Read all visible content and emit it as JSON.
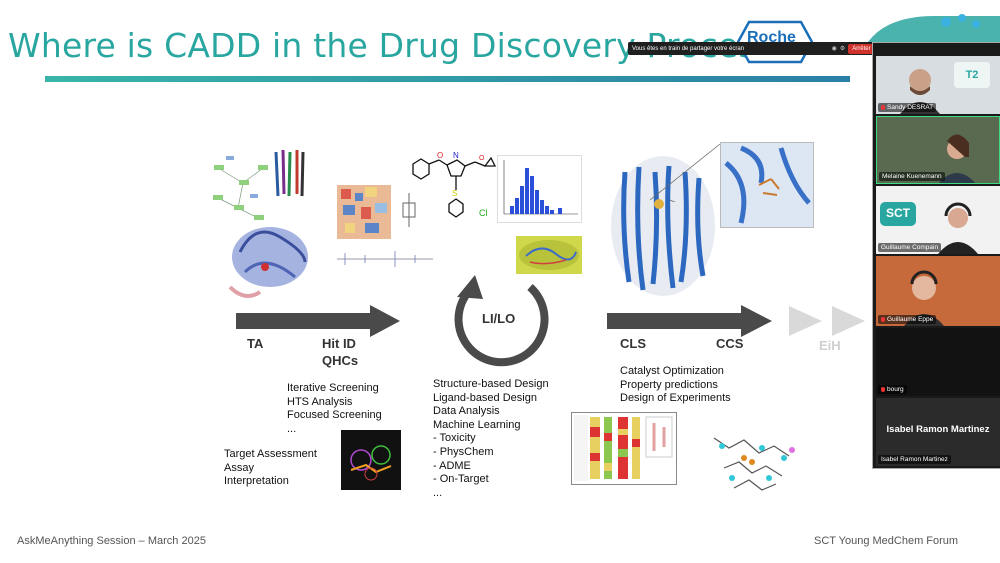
{
  "slide": {
    "title": "Where is CADD in the Drug Discovery Process?",
    "stages": {
      "ta": "TA",
      "hit_id": "Hit ID",
      "qhcs": "QHCs",
      "lilo": "LI/LO",
      "cls": "CLS",
      "ccs": "CCS",
      "eih": "EiH"
    },
    "hit_list": [
      "Iterative Screening",
      "HTS Analysis",
      "Focused Screening",
      "..."
    ],
    "target_list": [
      "Target Assessment",
      "Assay",
      "Interpretation"
    ],
    "lilo_list": [
      "Structure-based Design",
      "Ligand-based Design",
      "Data Analysis",
      "Machine Learning",
      "- Toxicity",
      "- PhysChem",
      "- ADME",
      "- On-Target",
      "..."
    ],
    "cls_list": [
      "Catalyst Optimization",
      "Property predictions",
      "Design of Experiments"
    ],
    "footer_left": "AskMeAnything Session – March 2025",
    "footer_right": "SCT Young MedChem Forum",
    "logo_text": "Roche",
    "molecule_label": "Cl",
    "colors": {
      "title": "#2aa6a0",
      "arrow": "#4a4a4a",
      "arrow_faded": "#d9d9d9"
    }
  },
  "share_bar": {
    "message": "Vous êtes en train de partager votre écran",
    "stop_label": "Arrêter le partage"
  },
  "participants": [
    {
      "name": "Sandy DESRAT",
      "badge": "T2"
    },
    {
      "name": "Melaine Kuenemann"
    },
    {
      "name": "Guillaume Compain",
      "badge": "SCT"
    },
    {
      "name": "Guillaume Eppe"
    },
    {
      "name": "bourg"
    },
    {
      "name": "Isabel Ramon Martinez",
      "display_name": "Isabel Ramon Martinez"
    }
  ]
}
